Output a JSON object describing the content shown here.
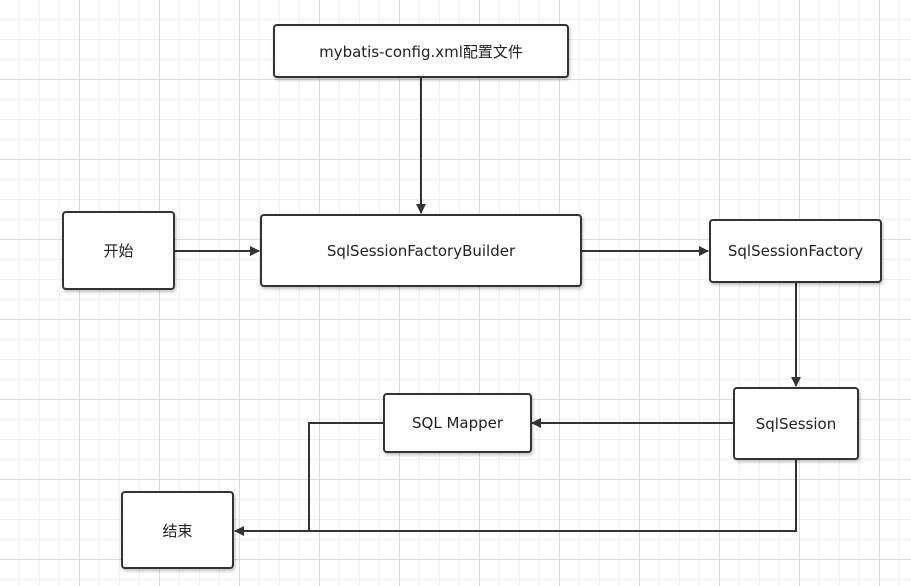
{
  "nodes": {
    "config": {
      "label": "mybatis-config.xml配置文件"
    },
    "start": {
      "label": "开始"
    },
    "builder": {
      "label": "SqlSessionFactoryBuilder"
    },
    "factory": {
      "label": "SqlSessionFactory"
    },
    "session": {
      "label": "SqlSession"
    },
    "mapper": {
      "label": "SQL Mapper"
    },
    "end": {
      "label": "结束"
    }
  },
  "edges": [
    {
      "from": "config",
      "to": "builder"
    },
    {
      "from": "start",
      "to": "builder"
    },
    {
      "from": "builder",
      "to": "factory"
    },
    {
      "from": "factory",
      "to": "session"
    },
    {
      "from": "session",
      "to": "mapper"
    },
    {
      "from": "session",
      "to": "end"
    },
    {
      "from": "mapper",
      "to": "end"
    }
  ],
  "colors": {
    "stroke": "#333333",
    "node_fill": "#ffffff",
    "grid": "#dcdcdc"
  }
}
